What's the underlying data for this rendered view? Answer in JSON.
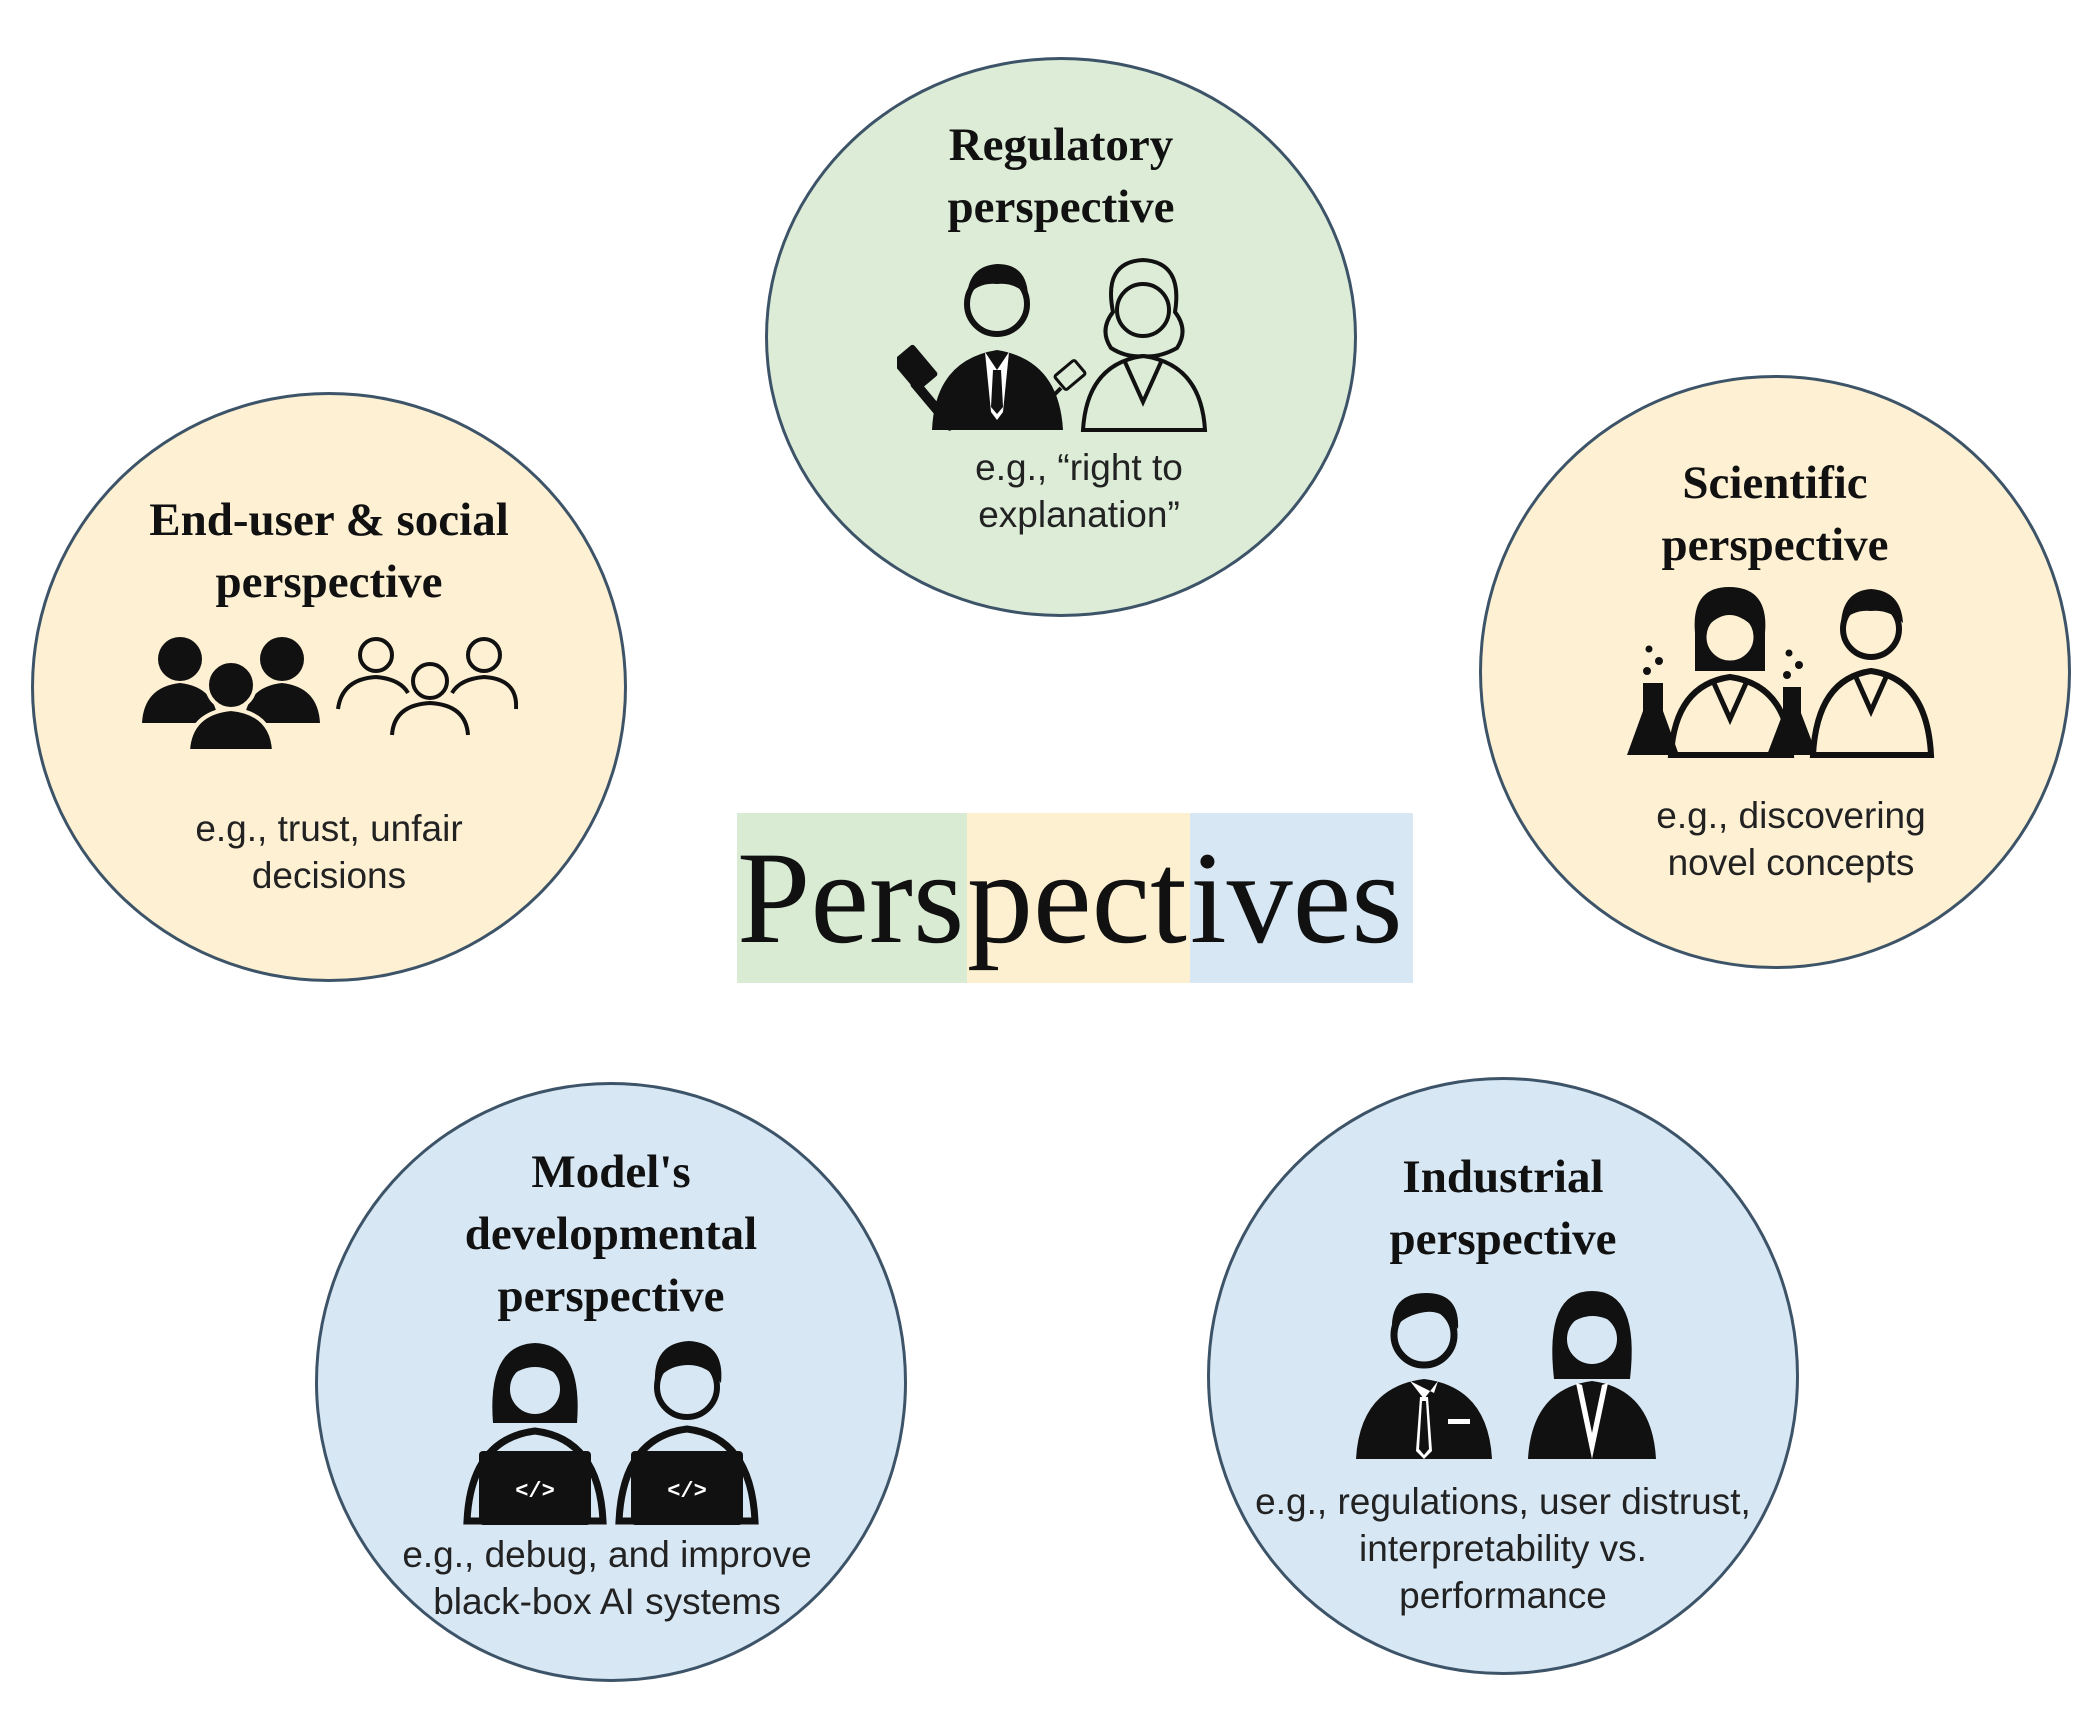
{
  "center": {
    "segments": [
      {
        "text": "Pers",
        "color": "#d9ecd3"
      },
      {
        "text": "pect",
        "color": "#fdf0d0"
      },
      {
        "text": "ives",
        "color": "#d7e7f4"
      }
    ]
  },
  "perspectives": [
    {
      "id": "regulatory",
      "title": "Regulatory\nperspective",
      "example": "e.g., “right to\nexplanation”",
      "fill": "#dcecd7",
      "icons": [
        "male-judge-gavel-icon",
        "female-judge-gavel-icon"
      ]
    },
    {
      "id": "end-user",
      "title": "End-user & social\nperspective",
      "example": "e.g., trust, unfair\ndecisions",
      "fill": "#fdf0d3",
      "icons": [
        "people-group-filled-icon",
        "people-group-outline-icon"
      ]
    },
    {
      "id": "scientific",
      "title": "Scientific\nperspective",
      "example": "e.g., discovering\nnovel concepts",
      "fill": "#fdf0d3",
      "icons": [
        "female-scientist-flask-icon",
        "male-scientist-flask-icon"
      ]
    },
    {
      "id": "developmental",
      "title": "Model's\ndevelopmental\nperspective",
      "example": "e.g., debug, and improve\nblack-box AI systems",
      "fill": "#d7e7f4",
      "icons": [
        "female-developer-laptop-icon",
        "male-developer-laptop-icon"
      ]
    },
    {
      "id": "industrial",
      "title": "Industrial\nperspective",
      "example": "e.g., regulations, user distrust,\ninterpretability vs.\nperformance",
      "fill": "#d7e7f4",
      "icons": [
        "businessman-icon",
        "businesswoman-icon"
      ]
    }
  ]
}
